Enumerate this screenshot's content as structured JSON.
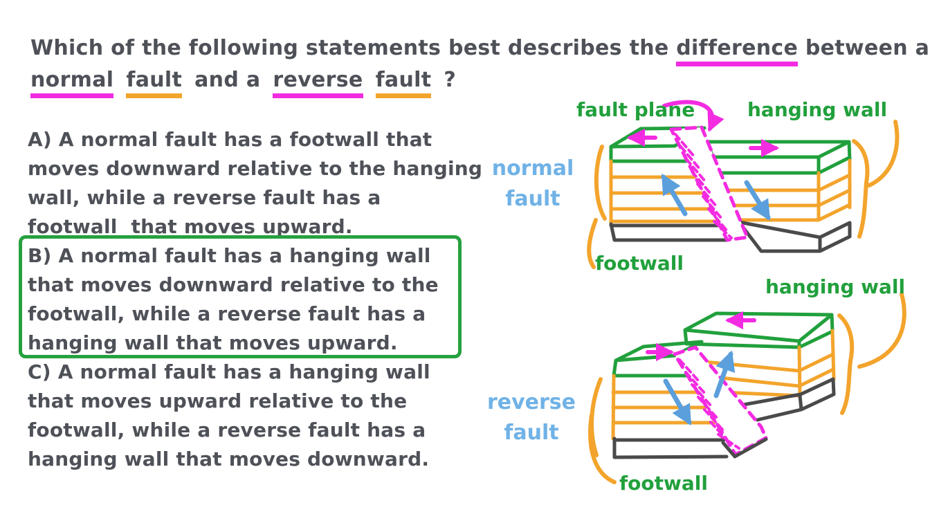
{
  "palette": {
    "text": "#4e5158",
    "magenta": "#f32be1",
    "orange": "#f3a42c",
    "green": "#21a03c",
    "blue_label": "#70b2e6",
    "blue_arrow": "#5b9fdc",
    "dark_gray": "#4a4a4a",
    "answer_box_green": "#26a140"
  },
  "question": {
    "line1": [
      {
        "text": "Which of the following statements best describes the "
      },
      {
        "text": "difference",
        "underline": "magenta"
      },
      {
        "text": " between a"
      }
    ],
    "line2": [
      {
        "text": "normal",
        "underline": "magenta"
      },
      {
        "text": "fault",
        "underline": "orange"
      },
      {
        "text": "and a"
      },
      {
        "text": "reverse",
        "underline": "magenta"
      },
      {
        "text": "fault",
        "underline": "orange"
      },
      {
        "text": "?"
      }
    ]
  },
  "options": [
    {
      "id": "A",
      "boxed": false,
      "lines": [
        "A) A normal fault has a footwall that",
        "moves downward relative to the hanging",
        "wall, while a reverse fault has a",
        "footwall  that moves upward."
      ]
    },
    {
      "id": "B",
      "boxed": true,
      "lines": [
        "B) A normal fault has a hanging wall",
        "that moves downward relative to the",
        "footwall, while a reverse fault has a",
        "hanging wall that moves upward."
      ]
    },
    {
      "id": "C",
      "boxed": false,
      "lines": [
        "C) A normal fault has a hanging wall",
        "that moves upward relative to the",
        "footwall, while a reverse fault has a",
        "hanging wall that moves downward."
      ]
    }
  ],
  "diagrams": {
    "normal": {
      "name_line1": "normal",
      "name_line2": "fault",
      "fault_plane_label": "fault plane",
      "hanging_wall_label": "hanging wall",
      "footwall_label": "footwall"
    },
    "reverse": {
      "name_line1": "reverse",
      "name_line2": "fault",
      "hanging_wall_label": "hanging wall",
      "footwall_label": "footwall"
    }
  }
}
